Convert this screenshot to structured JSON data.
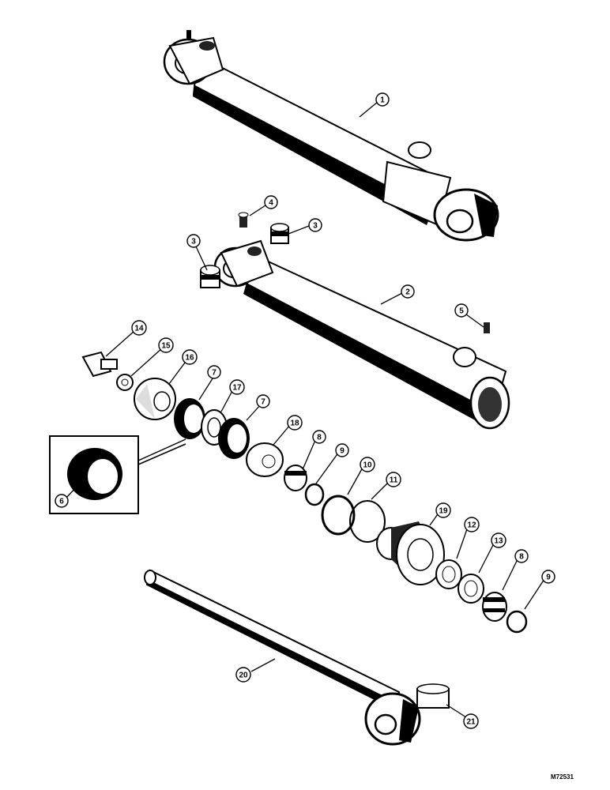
{
  "diagram": {
    "reference_code": "M72531",
    "callouts": [
      {
        "id": "c1",
        "label": "1"
      },
      {
        "id": "c2",
        "label": "2"
      },
      {
        "id": "c3a",
        "label": "3"
      },
      {
        "id": "c3b",
        "label": "3"
      },
      {
        "id": "c4",
        "label": "4"
      },
      {
        "id": "c5",
        "label": "5"
      },
      {
        "id": "c6",
        "label": "6"
      },
      {
        "id": "c7a",
        "label": "7"
      },
      {
        "id": "c7b",
        "label": "7"
      },
      {
        "id": "c8a",
        "label": "8"
      },
      {
        "id": "c8b",
        "label": "8"
      },
      {
        "id": "c9a",
        "label": "9"
      },
      {
        "id": "c9b",
        "label": "9"
      },
      {
        "id": "c10",
        "label": "10"
      },
      {
        "id": "c11",
        "label": "11"
      },
      {
        "id": "c12",
        "label": "12"
      },
      {
        "id": "c13",
        "label": "13"
      },
      {
        "id": "c14",
        "label": "14"
      },
      {
        "id": "c15",
        "label": "15"
      },
      {
        "id": "c16",
        "label": "16"
      },
      {
        "id": "c17",
        "label": "17"
      },
      {
        "id": "c18",
        "label": "18"
      },
      {
        "id": "c19",
        "label": "19"
      },
      {
        "id": "c20",
        "label": "20"
      },
      {
        "id": "c21",
        "label": "21"
      }
    ]
  }
}
